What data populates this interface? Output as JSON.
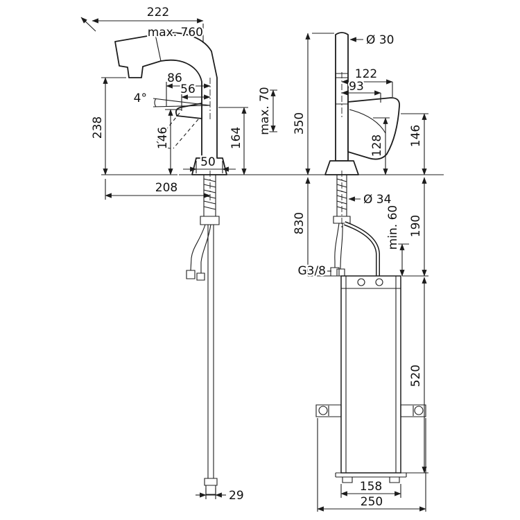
{
  "colors": {
    "background": "#ffffff",
    "ink": "#1c1c1c"
  },
  "left_view": {
    "dims": {
      "d222": "222",
      "max760": "max. 760",
      "d86": "86",
      "d56": "56",
      "angle4": "4°",
      "d238": "238",
      "d146": "146",
      "d164": "164",
      "max70": "max. 70",
      "d50": "50",
      "d208": "208",
      "d29": "29"
    }
  },
  "right_view": {
    "dims": {
      "dia30": "Ø 30",
      "d350": "350",
      "d122": "122",
      "d93": "93",
      "d128": "128",
      "d146": "146",
      "d830": "830",
      "dia34": "Ø 34",
      "d190": "190",
      "min60": "min. 60",
      "thread_g38": "G3/8",
      "d520": "520",
      "d158": "158",
      "d250": "250"
    }
  }
}
